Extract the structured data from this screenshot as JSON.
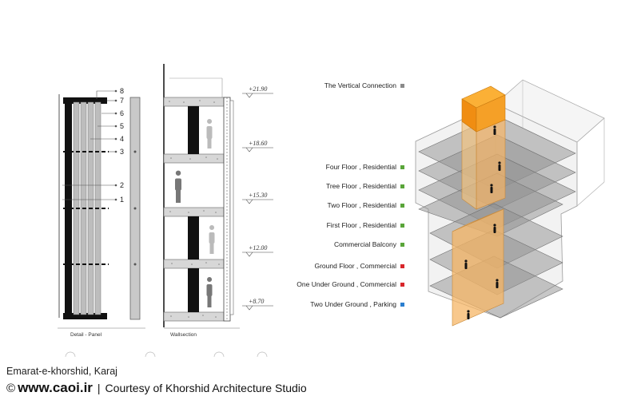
{
  "detail": {
    "title": "Detail - Panel",
    "callouts": [
      "8",
      "7",
      "6",
      "5",
      "4",
      "3",
      "2",
      "1"
    ]
  },
  "wallsection": {
    "title": "Wallsection",
    "levels": [
      "+21.90",
      "+18.60",
      "+15.30",
      "+12.00",
      "+8.70"
    ]
  },
  "legend": {
    "title": "The Vertical Connection",
    "title_color": "#8a8a8a",
    "items": [
      {
        "label": "Four Floor , Residential",
        "color": "#5aa53a"
      },
      {
        "label": "Tree Floor , Residential",
        "color": "#5aa53a"
      },
      {
        "label": "Two Floor , Residential",
        "color": "#5aa53a"
      },
      {
        "label": "First Floor , Residential",
        "color": "#5aa53a"
      },
      {
        "label": "Commercial Balcony",
        "color": "#5aa53a"
      },
      {
        "label": "Ground Floor , Commercial",
        "color": "#d8262b"
      },
      {
        "label": "One Under Ground , Commercial",
        "color": "#d8262b"
      },
      {
        "label": "Two Under Ground , Parking",
        "color": "#2b7fd0"
      }
    ]
  },
  "accent_orange": "#f39a1e",
  "caption": {
    "place": "Emarat-e-khorshid, Karaj",
    "copyright_symbol": "©",
    "site": "www.caoi.ir",
    "separator": "|",
    "credit": "Courtesy of Khorshid Architecture Studio"
  }
}
